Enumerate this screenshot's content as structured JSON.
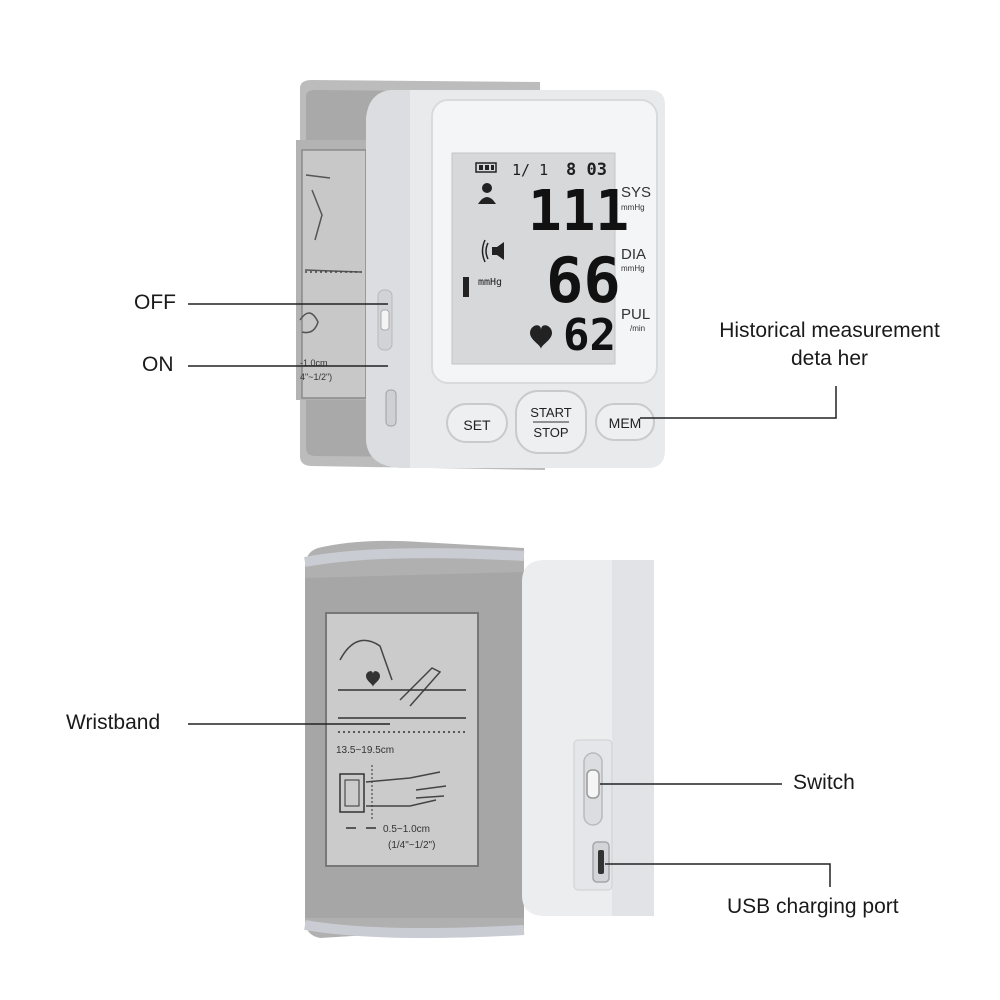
{
  "device_top": {
    "lcd": {
      "date": "1/ 1",
      "time": "8 03",
      "systolic": "111",
      "diastolic": "66",
      "pulse": "62",
      "unit": "mmHg",
      "sys_label": "SYS",
      "sys_unit": "mmHg",
      "dia_label": "DIA",
      "dia_unit": "mmHg",
      "pul_label": "PUL",
      "pul_unit": "/min"
    },
    "buttons": {
      "set": "SET",
      "start": "START",
      "stop": "STOP",
      "mem": "MEM"
    }
  },
  "cuff_print": {
    "size_range": "13.5~19.5cm",
    "distance": "0.5~1.0cm",
    "distance_inch": "(1/4\"~1/2\")"
  },
  "callouts": {
    "off": "OFF",
    "on": "ON",
    "history_line1": "Historical measurement",
    "history_line2": "deta her",
    "wristband": "Wristband",
    "switch": "Switch",
    "usb": "USB charging port"
  }
}
